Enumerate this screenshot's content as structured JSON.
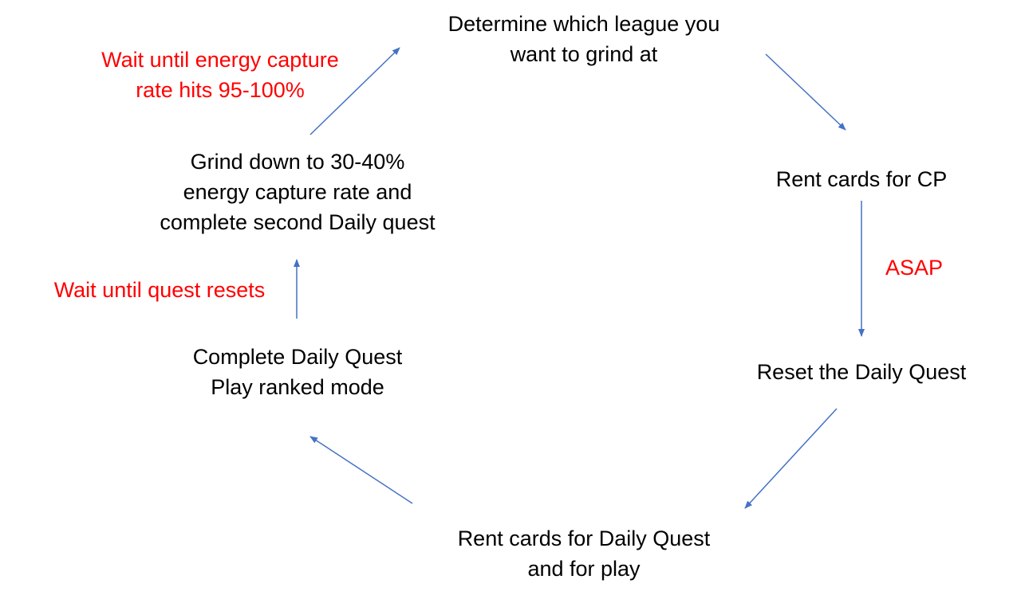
{
  "colors": {
    "node_text": "#000000",
    "note_text": "#ff0000",
    "arrow": "#4472c4"
  },
  "nodes": {
    "determine_league": {
      "line1": "Determine which league you",
      "line2": "want to grind at"
    },
    "rent_cards_cp": {
      "line1": "Rent cards for CP"
    },
    "reset_daily_quest": {
      "line1": "Reset the Daily Quest"
    },
    "rent_cards_daily": {
      "line1": "Rent cards for Daily Quest",
      "line2": "and for play"
    },
    "complete_daily": {
      "line1": "Complete Daily Quest",
      "line2": "Play ranked mode"
    },
    "grind_down": {
      "line1": "Grind down to 30-40%",
      "line2": "energy capture rate and",
      "line3": "complete second Daily quest"
    }
  },
  "notes": {
    "wait_energy": {
      "line1": "Wait until energy capture",
      "line2": "rate hits 95-100%"
    },
    "asap": {
      "line1": "ASAP"
    },
    "wait_quest": {
      "line1": "Wait until quest resets"
    }
  }
}
